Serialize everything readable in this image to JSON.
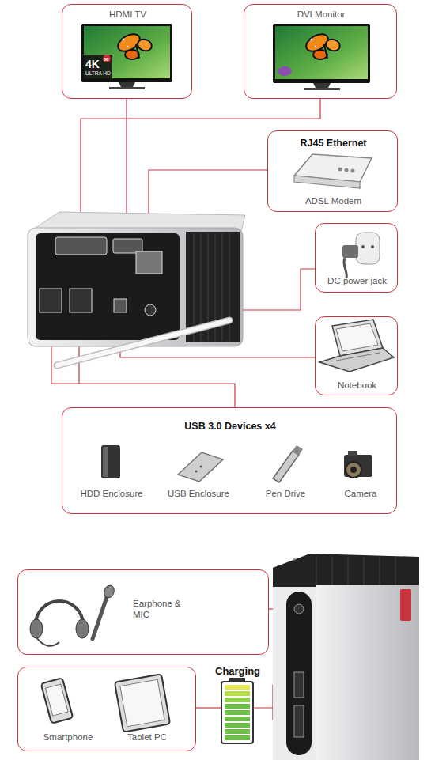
{
  "diagram": {
    "nodes": [
      {
        "text": [
          "HDMI TV"
        ]
      },
      {
        "text": [
          "DVI Monitor"
        ]
      },
      {
        "text": [
          "RJ45 Ethernet",
          "ADSL Modem"
        ]
      },
      {
        "text": [
          "DC power jack"
        ]
      },
      {
        "text": [
          "Notebook"
        ]
      },
      {
        "text": [
          "USB 3.0 Devices x4",
          "HDD Enclosure",
          "USB Enclosure",
          "Pen Drive",
          "Camera"
        ]
      },
      {
        "text": [
          "Earphone & MIC"
        ]
      },
      {
        "text": [
          "Smartphone",
          "Tablet PC"
        ]
      }
    ],
    "labels": [
      "4K",
      "30",
      "ULTRA HD",
      "Charging"
    ]
  }
}
